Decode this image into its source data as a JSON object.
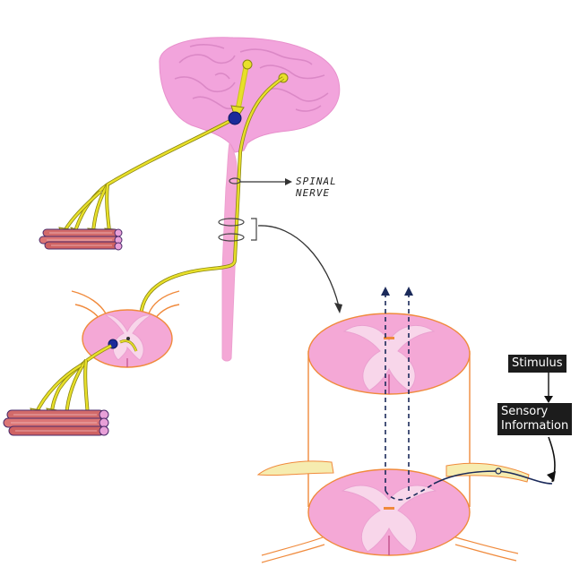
{
  "labels": {
    "spinal_nerve": [
      "SPINAL",
      "NERVE"
    ],
    "stimulus": "Stimulus",
    "sensory_information": [
      "Sensory",
      "Information"
    ]
  },
  "colors": {
    "brain_pink": "#f2a4dc",
    "cord_pink": "#f4a8d6",
    "tract_yellow": "#e8e02a",
    "neuron_blue": "#1b2a9a",
    "muscle_red": "#d26a6a",
    "orange_outline": "#f08a3c",
    "dark_label": "#1c1c1c"
  }
}
